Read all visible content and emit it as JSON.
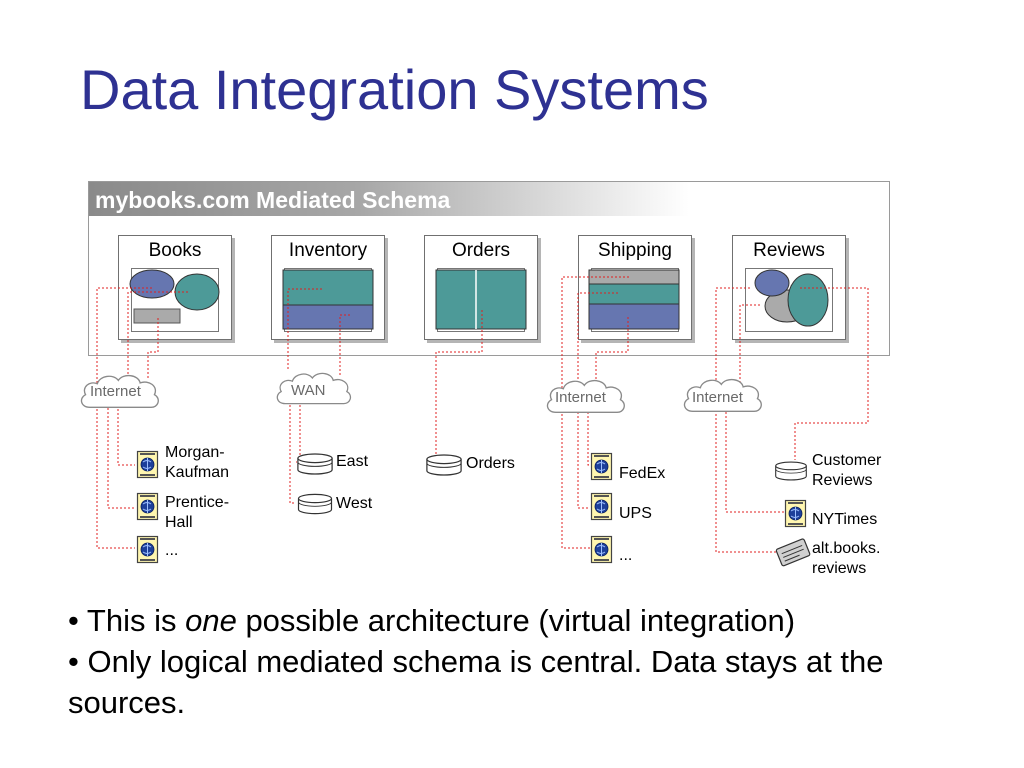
{
  "title": "Data Integration Systems",
  "mediated_schema": {
    "label": "mybooks.com Mediated Schema",
    "entities": [
      "Books",
      "Inventory",
      "Orders",
      "Shipping",
      "Reviews"
    ]
  },
  "networks": [
    "Internet",
    "WAN",
    "Internet",
    "Internet"
  ],
  "sources": {
    "books": [
      "Morgan-\nKaufman",
      "Prentice-\nHall",
      "..."
    ],
    "inventory": [
      "East",
      "West"
    ],
    "orders": [
      "Orders"
    ],
    "shipping": [
      "FedEx",
      "UPS",
      "..."
    ],
    "reviews": [
      "Customer\nReviews",
      "NYTimes",
      "alt.books.\nreviews"
    ]
  },
  "bullets": {
    "b1_prefix": "• This is ",
    "b1_emph": "one",
    "b1_suffix": " possible architecture (virtual integration)",
    "b2": "• Only logical mediated schema is central. Data stays at the sources."
  },
  "colors": {
    "title": "#2e3192",
    "link_line": "#e02020",
    "teal": "#4d9a98",
    "slate": "#6676b0",
    "grey": "#aaaaaa"
  }
}
